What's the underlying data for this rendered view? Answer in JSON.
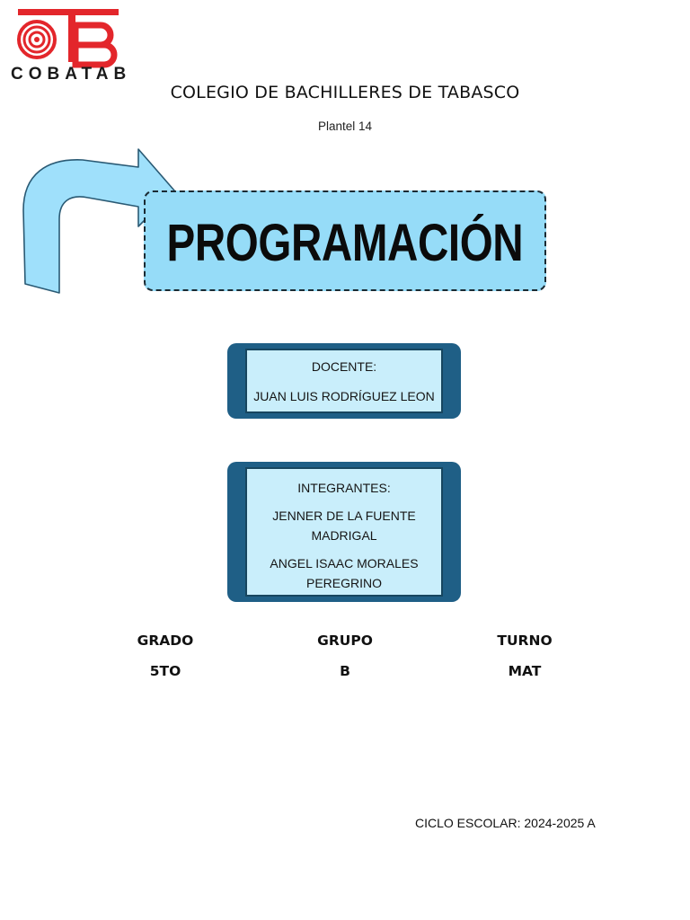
{
  "header": {
    "logo_text": "COBATAB",
    "school_name": "COLEGIO DE BACHILLERES DE TABASCO",
    "campus": "Plantel 14"
  },
  "banner": {
    "title": "PROGRAMACIÓN"
  },
  "teacher": {
    "label": "DOCENTE:",
    "name": "JUAN LUIS RODRÍGUEZ LEON"
  },
  "members": {
    "label": "INTEGRANTES:",
    "names": [
      {
        "line1": "JENNER DE LA FUENTE",
        "line2": "MADRIGAL"
      },
      {
        "line1": "ANGEL ISAAC MORALES",
        "line2": "PEREGRINO"
      }
    ]
  },
  "details": [
    {
      "label": "GRADO",
      "value": "5TO"
    },
    {
      "label": "GRUPO",
      "value": "B"
    },
    {
      "label": "TURNO",
      "value": "MAT"
    }
  ],
  "footer": {
    "cycle": "CICLO ESCOLAR: 2024-2025 A"
  },
  "colors": {
    "logo_red": "#e3262b",
    "banner_fill": "#96dcf8",
    "arrow_fill": "#9fe0fb",
    "frame_dark": "#1f5f86",
    "frame_light": "#c9eefb"
  }
}
